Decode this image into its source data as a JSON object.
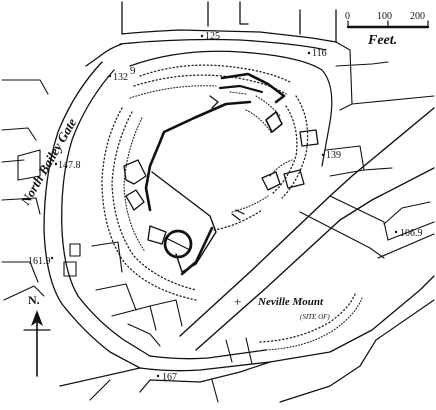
{
  "scale_bar": {
    "ticks": [
      "0",
      "100",
      "200"
    ],
    "unit": "Feet."
  },
  "street_label": "North Bailey Gate",
  "spot_heights": {
    "top": "125",
    "top_right": "116",
    "north": "132",
    "north_digit": "9",
    "west": "147.8",
    "east": "139",
    "southwest": "161.9",
    "south": "167",
    "southeast": "106.9"
  },
  "site": {
    "name": "Neville Mount",
    "note": "(SITE OF)"
  },
  "north_arrow": {
    "label": "N."
  }
}
